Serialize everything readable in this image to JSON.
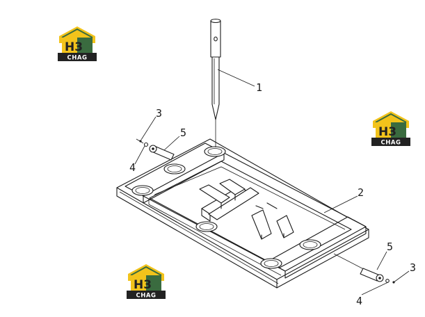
{
  "logo": {
    "top_text": "H3",
    "bottom_text": "CHAG",
    "colors": {
      "yellow": "#f2c31b",
      "green": "#3a6b3f",
      "dark": "#222222"
    }
  },
  "callouts": [
    {
      "id": "c1",
      "text": "1"
    },
    {
      "id": "c2",
      "text": "2"
    },
    {
      "id": "c3a",
      "text": "3"
    },
    {
      "id": "c4a",
      "text": "4"
    },
    {
      "id": "c5a",
      "text": "5"
    },
    {
      "id": "c5b",
      "text": "5"
    },
    {
      "id": "c3b",
      "text": "3"
    },
    {
      "id": "c4b",
      "text": "4"
    }
  ]
}
